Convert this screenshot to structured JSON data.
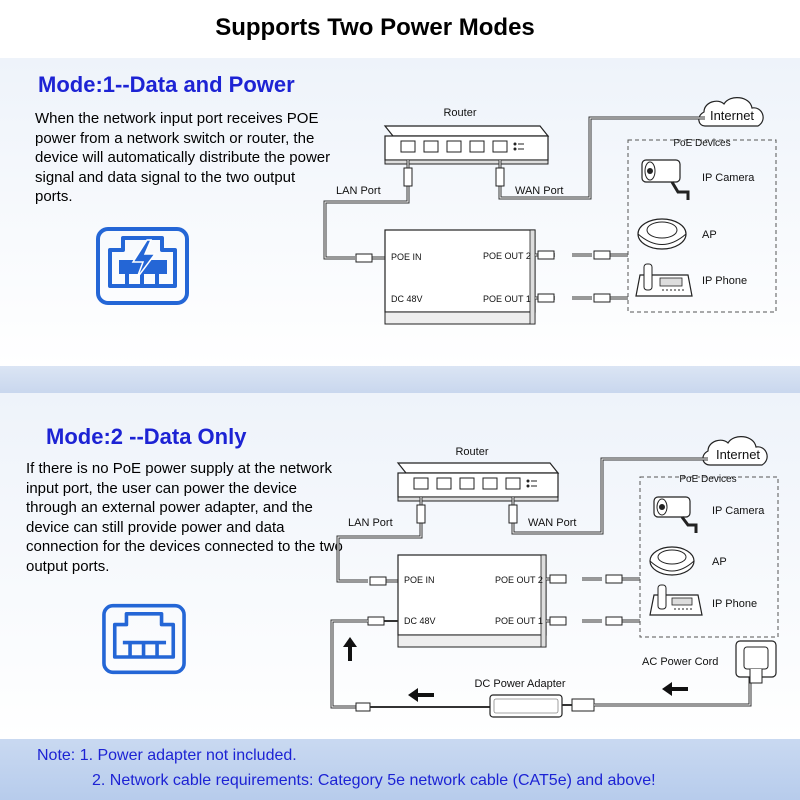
{
  "page_title": "Supports Two Power Modes",
  "mode1": {
    "title": "Mode:1--Data and Power",
    "description": "When the network input port receives POE power from a network switch or router, the device will automatically distribute the power signal and data signal to the two  output ports."
  },
  "mode2": {
    "title": "Mode:2 --Data Only",
    "description": "If there is no PoE power supply at the network input port, the user can power the device through an external power adapter, and the device can still provide power and data connection for the devices connected to the two output ports."
  },
  "diagram": {
    "router_label": "Router",
    "internet_label": "Internet",
    "lan_port_label": "LAN Port",
    "wan_port_label": "WAN Port",
    "poe_in_label": "POE IN",
    "dc_label": "DC 48V",
    "poe_out2_label": "POE OUT 2",
    "poe_out1_label": "POE OUT 1",
    "poe_devices_label": "PoE Devices",
    "ip_camera_label": "IP Camera",
    "ap_label": "AP",
    "ip_phone_label": "IP Phone",
    "ac_power_cord_label": "AC Power Cord",
    "dc_power_adapter_label": "DC Power Adapter"
  },
  "note": {
    "line1": "Note: 1. Power adapter not included.",
    "line2": "2. Network cable requirements: Category 5e network cable (CAT5e) and above!"
  },
  "colors": {
    "title_blue": "#1d23d4",
    "icon_blue": "#2466d6",
    "note_background": "#c2d4ef"
  }
}
